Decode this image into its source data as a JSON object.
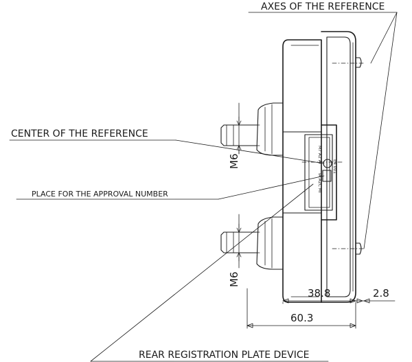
{
  "labels": {
    "axes_reference": "AXES OF THE REFERENCE",
    "center_reference": "CENTER OF THE REFERENCE",
    "approval_place": "PLACE FOR THE APPROVAL NUMBER",
    "rear_plate_device": "REAR REGISTRATION PLATE DEVICE"
  },
  "dimensions": {
    "thread_upper": "M6",
    "thread_lower": "M6",
    "depth_body": "38.8",
    "lens_offset": "2.8",
    "depth_total": "60.3"
  },
  "marking": {
    "line1": "E4 001",
    "line2": "M7 A2 AI",
    "line3": "IA A2C MI"
  }
}
